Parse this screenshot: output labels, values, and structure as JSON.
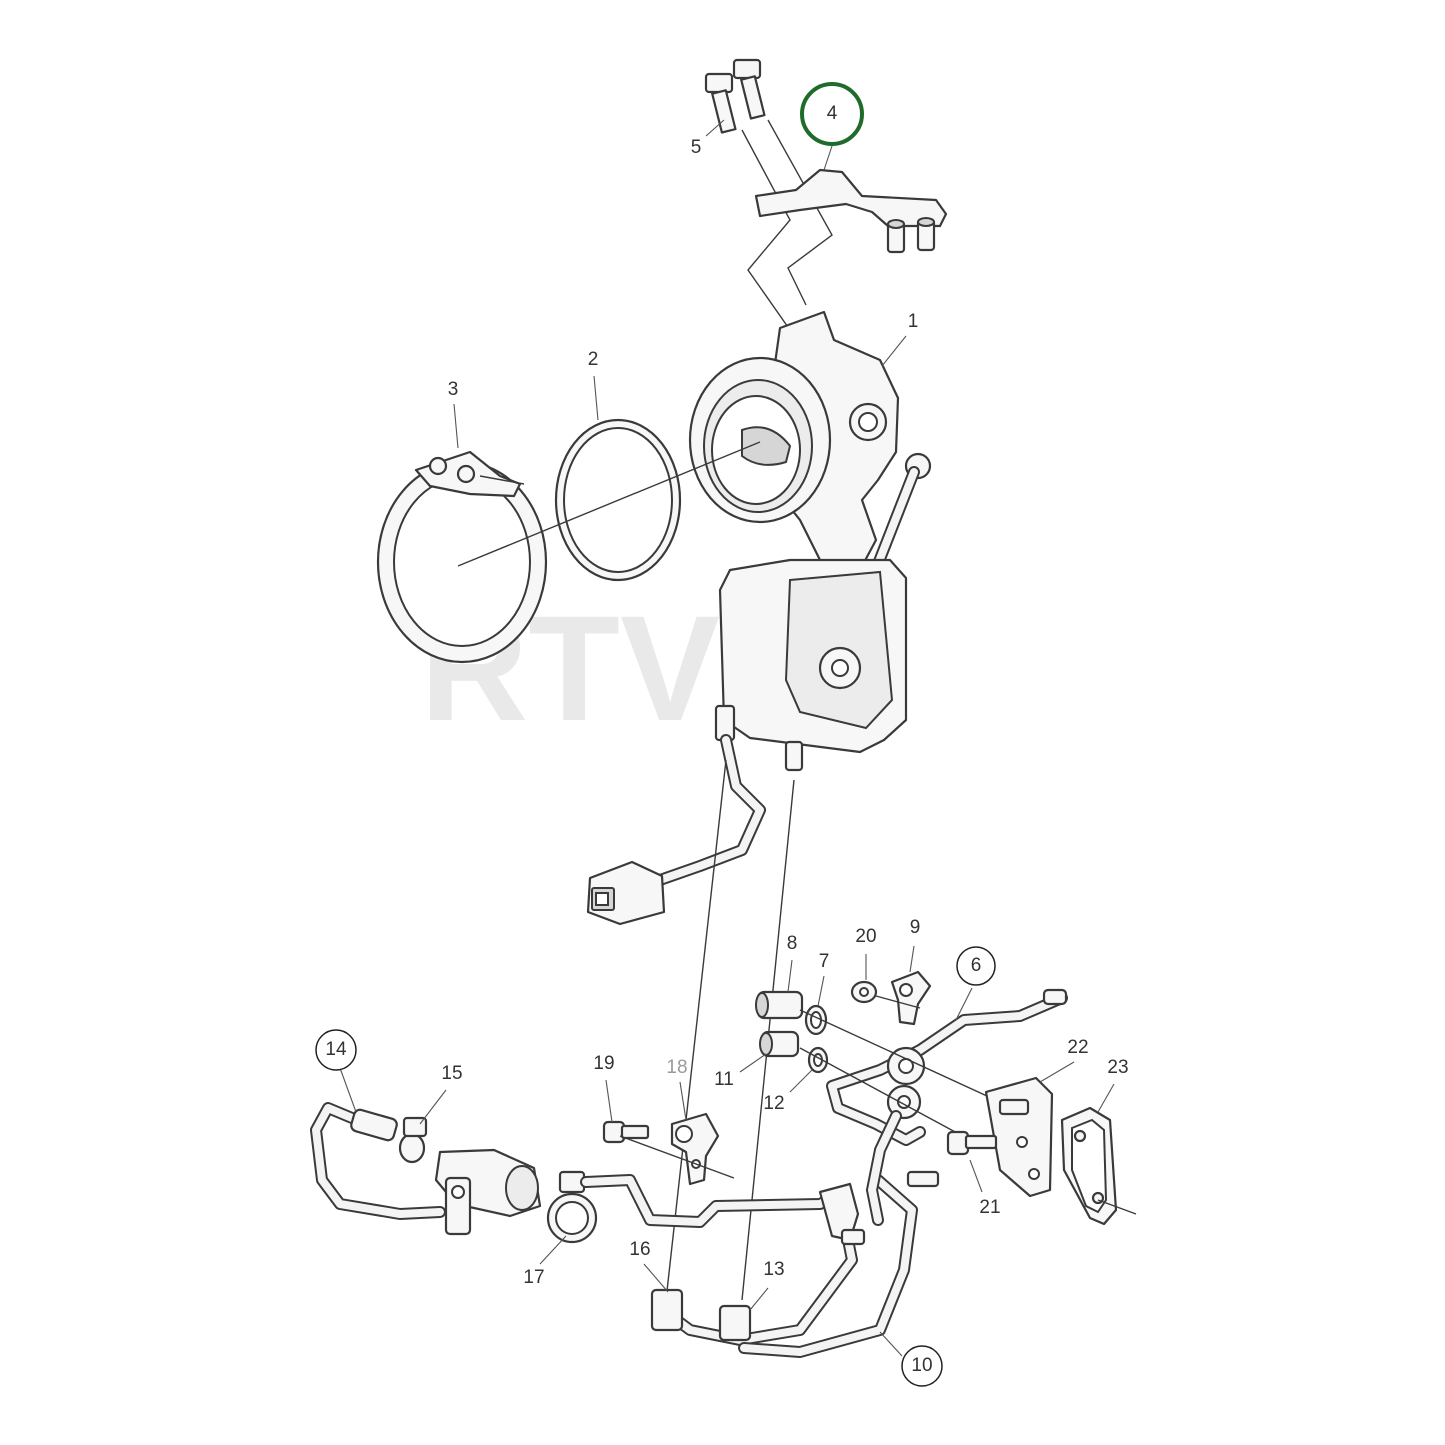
{
  "diagram": {
    "highlight_color": "#1f6b2a",
    "callouts": {
      "c1": "1",
      "c2": "2",
      "c3": "3",
      "c4": "4",
      "c5": "5",
      "c6": "6",
      "c7": "7",
      "c8": "8",
      "c9": "9",
      "c10": "10",
      "c11": "11",
      "c12": "12",
      "c13": "13",
      "c14": "14",
      "c15": "15",
      "c16": "16",
      "c17": "17",
      "c18": "18",
      "c19": "19",
      "c20": "20",
      "c21": "21",
      "c22": "22",
      "c23": "23"
    },
    "highlighted_callout": "4",
    "circled_callouts": [
      "4",
      "6",
      "10",
      "14"
    ]
  }
}
